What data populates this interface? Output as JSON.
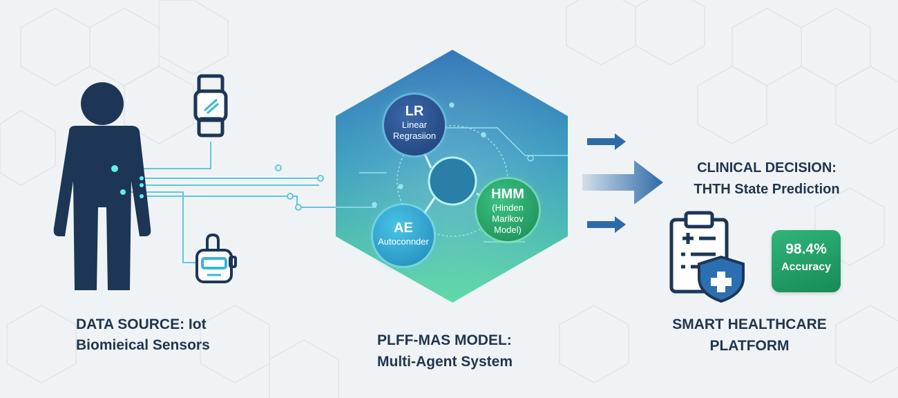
{
  "data_source": {
    "line1": "DATA SOURCE: Iot",
    "line2": "Biomieical Sensors",
    "icons": [
      "person-silhouette-icon",
      "smartwatch-icon",
      "pulse-oximeter-icon"
    ]
  },
  "model": {
    "line1": "PLFF-MAS MODEL:",
    "line2": "Multi-Agent System",
    "agents": [
      {
        "abbr": "LR",
        "name_line1": "Linear",
        "name_line2": "Regrasiion"
      },
      {
        "abbr": "AE",
        "name_line1": "Autoconnder",
        "name_line2": ""
      },
      {
        "abbr": "HMM",
        "name_line1": "(Hinden Marlkov",
        "name_line2": "Model)"
      }
    ]
  },
  "decision": {
    "line1": "CLINICAL DECISION:",
    "line2": "THTH State Prediction"
  },
  "platform": {
    "line1": "SMART HEALTHCARE",
    "line2": "PLATFORM",
    "accuracy_value": "98.4%",
    "accuracy_label": "Accuracy",
    "icons": [
      "clipboard-icon",
      "shield-plus-icon"
    ]
  },
  "colors": {
    "navy": "#1f3550",
    "teal": "#37b6d3",
    "green": "#22a06b",
    "arrow": "#2f6aa8"
  }
}
